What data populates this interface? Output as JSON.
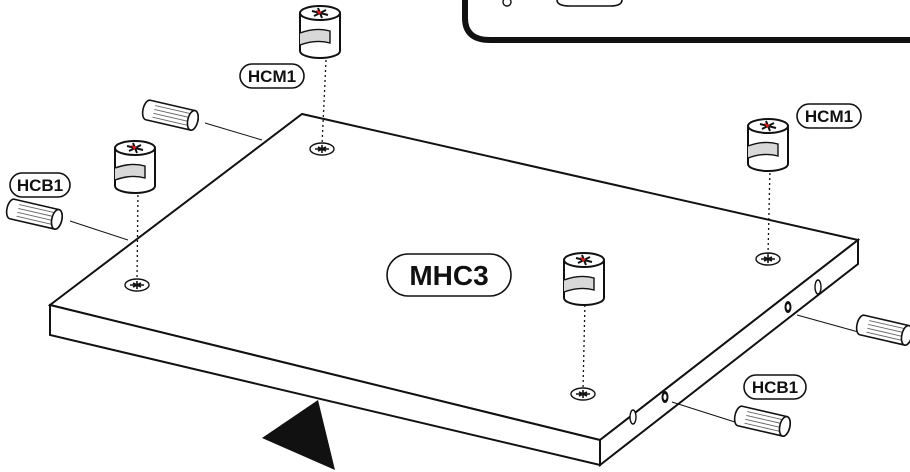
{
  "labels": {
    "panel": "MHC3",
    "cam_top_left": "HCM1",
    "cam_top_right": "HCM1",
    "dowel_left": "HCB1",
    "dowel_bottom_right": "HCB1"
  },
  "colors": {
    "outline": "#111111",
    "panel_fill": "#ffffff",
    "cam_arrow": "#d01818",
    "triangle": "#111111"
  },
  "icons": {
    "cam_fitting": "cam-lock-icon",
    "wooden_dowel": "dowel-icon",
    "screw_hole": "cross-screw-icon",
    "orientation_marker": "triangle-icon"
  }
}
